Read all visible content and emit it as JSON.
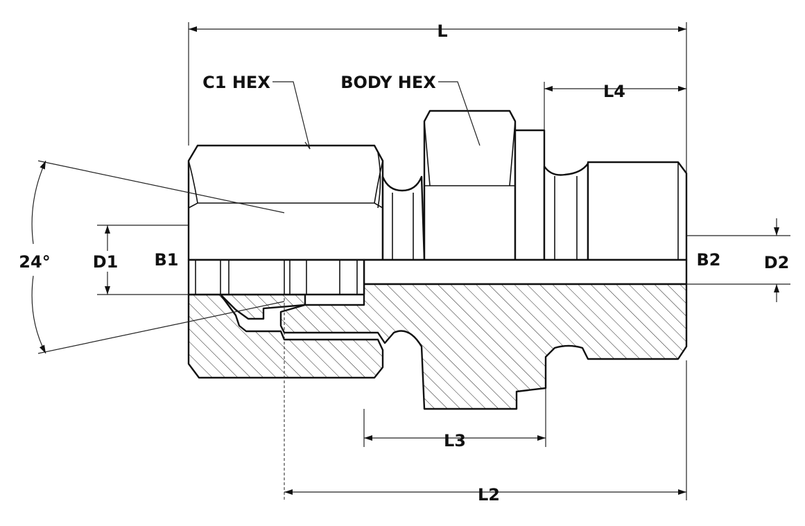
{
  "labels": {
    "length_total": "L",
    "length_l2": "L2",
    "length_l3": "L3",
    "length_l4": "L4",
    "c1_hex": "C1 HEX",
    "body_hex": "BODY HEX",
    "diameter_d1": "D1",
    "diameter_d2": "D2",
    "bore_b1": "B1",
    "bore_b2": "B2",
    "cone_angle": "24°"
  },
  "colors": {
    "line": "#111111",
    "background": "#ffffff"
  }
}
